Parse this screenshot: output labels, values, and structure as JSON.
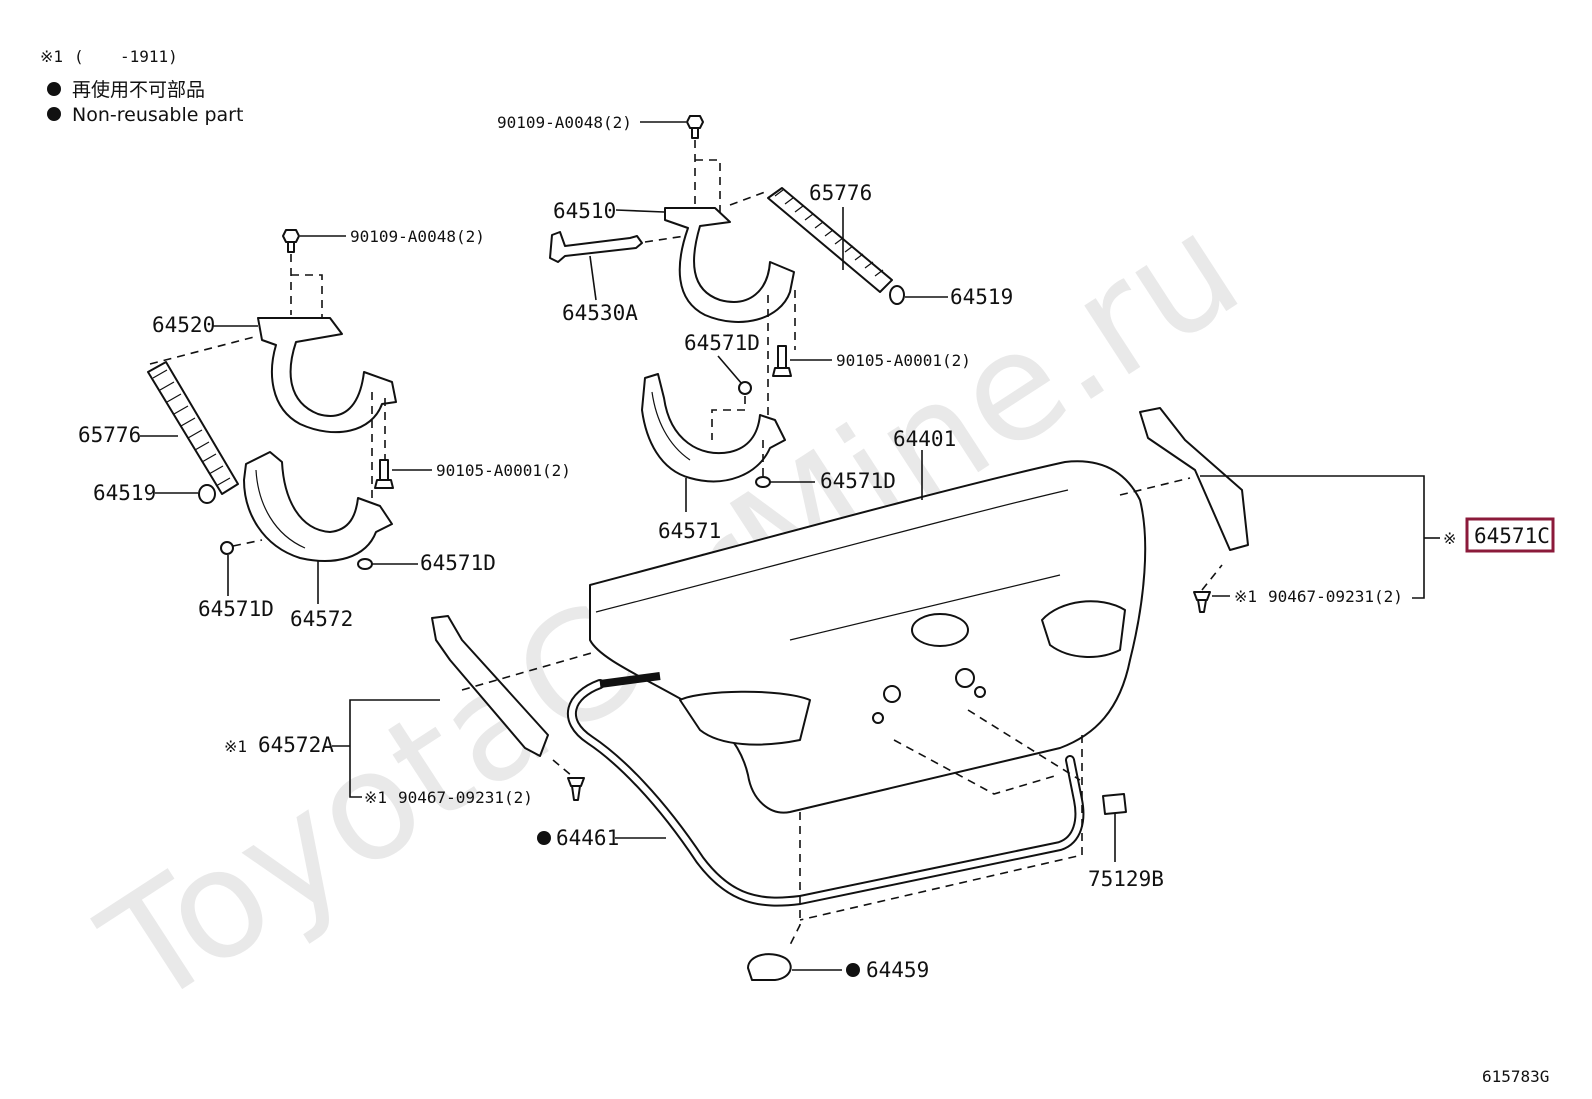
{
  "legend": {
    "note1_mark": "※1",
    "note1_open": "(",
    "note1_range": "-1911)",
    "nonreusable_jp": "再使用不可部品",
    "nonreusable_en": "Non-reusable part"
  },
  "watermark": "ToyotaCarMine.ru",
  "figure_code": "615783G",
  "parts": {
    "bolt_hinge_rh": "90109-A0048(2)",
    "hinge_rh": "64510",
    "torsion_rod": "64530A",
    "spring_rh": "65776",
    "retainer_rh": "64519",
    "bolt_hinge_lh": "90109-A0048(2)",
    "hinge_lh": "64520",
    "spring_lh": "65776",
    "retainer_lh": "64519",
    "clip_a": "64571D",
    "bolt_cover_rh": "90105-A0001(2)",
    "clip_b": "64571D",
    "cover_rh": "64571",
    "bolt_cover_lh": "90105-A0001(2)",
    "clip_c": "64571D",
    "clip_d": "64571D",
    "cover_lh": "64572",
    "lid": "64401",
    "trim_rh_mark": "※",
    "trim_rh": "64571C",
    "clip_rh_mark": "※1",
    "clip_rh": "90467-09231(2)",
    "trim_lh_mark": "※1",
    "trim_lh": "64572A",
    "clip_lh_mark": "※1",
    "clip_lh": "90467-09231(2)",
    "weatherstrip": "64461",
    "cushion": "75129B",
    "bumper": "64459"
  },
  "highlight_color": "#8b1a3a"
}
